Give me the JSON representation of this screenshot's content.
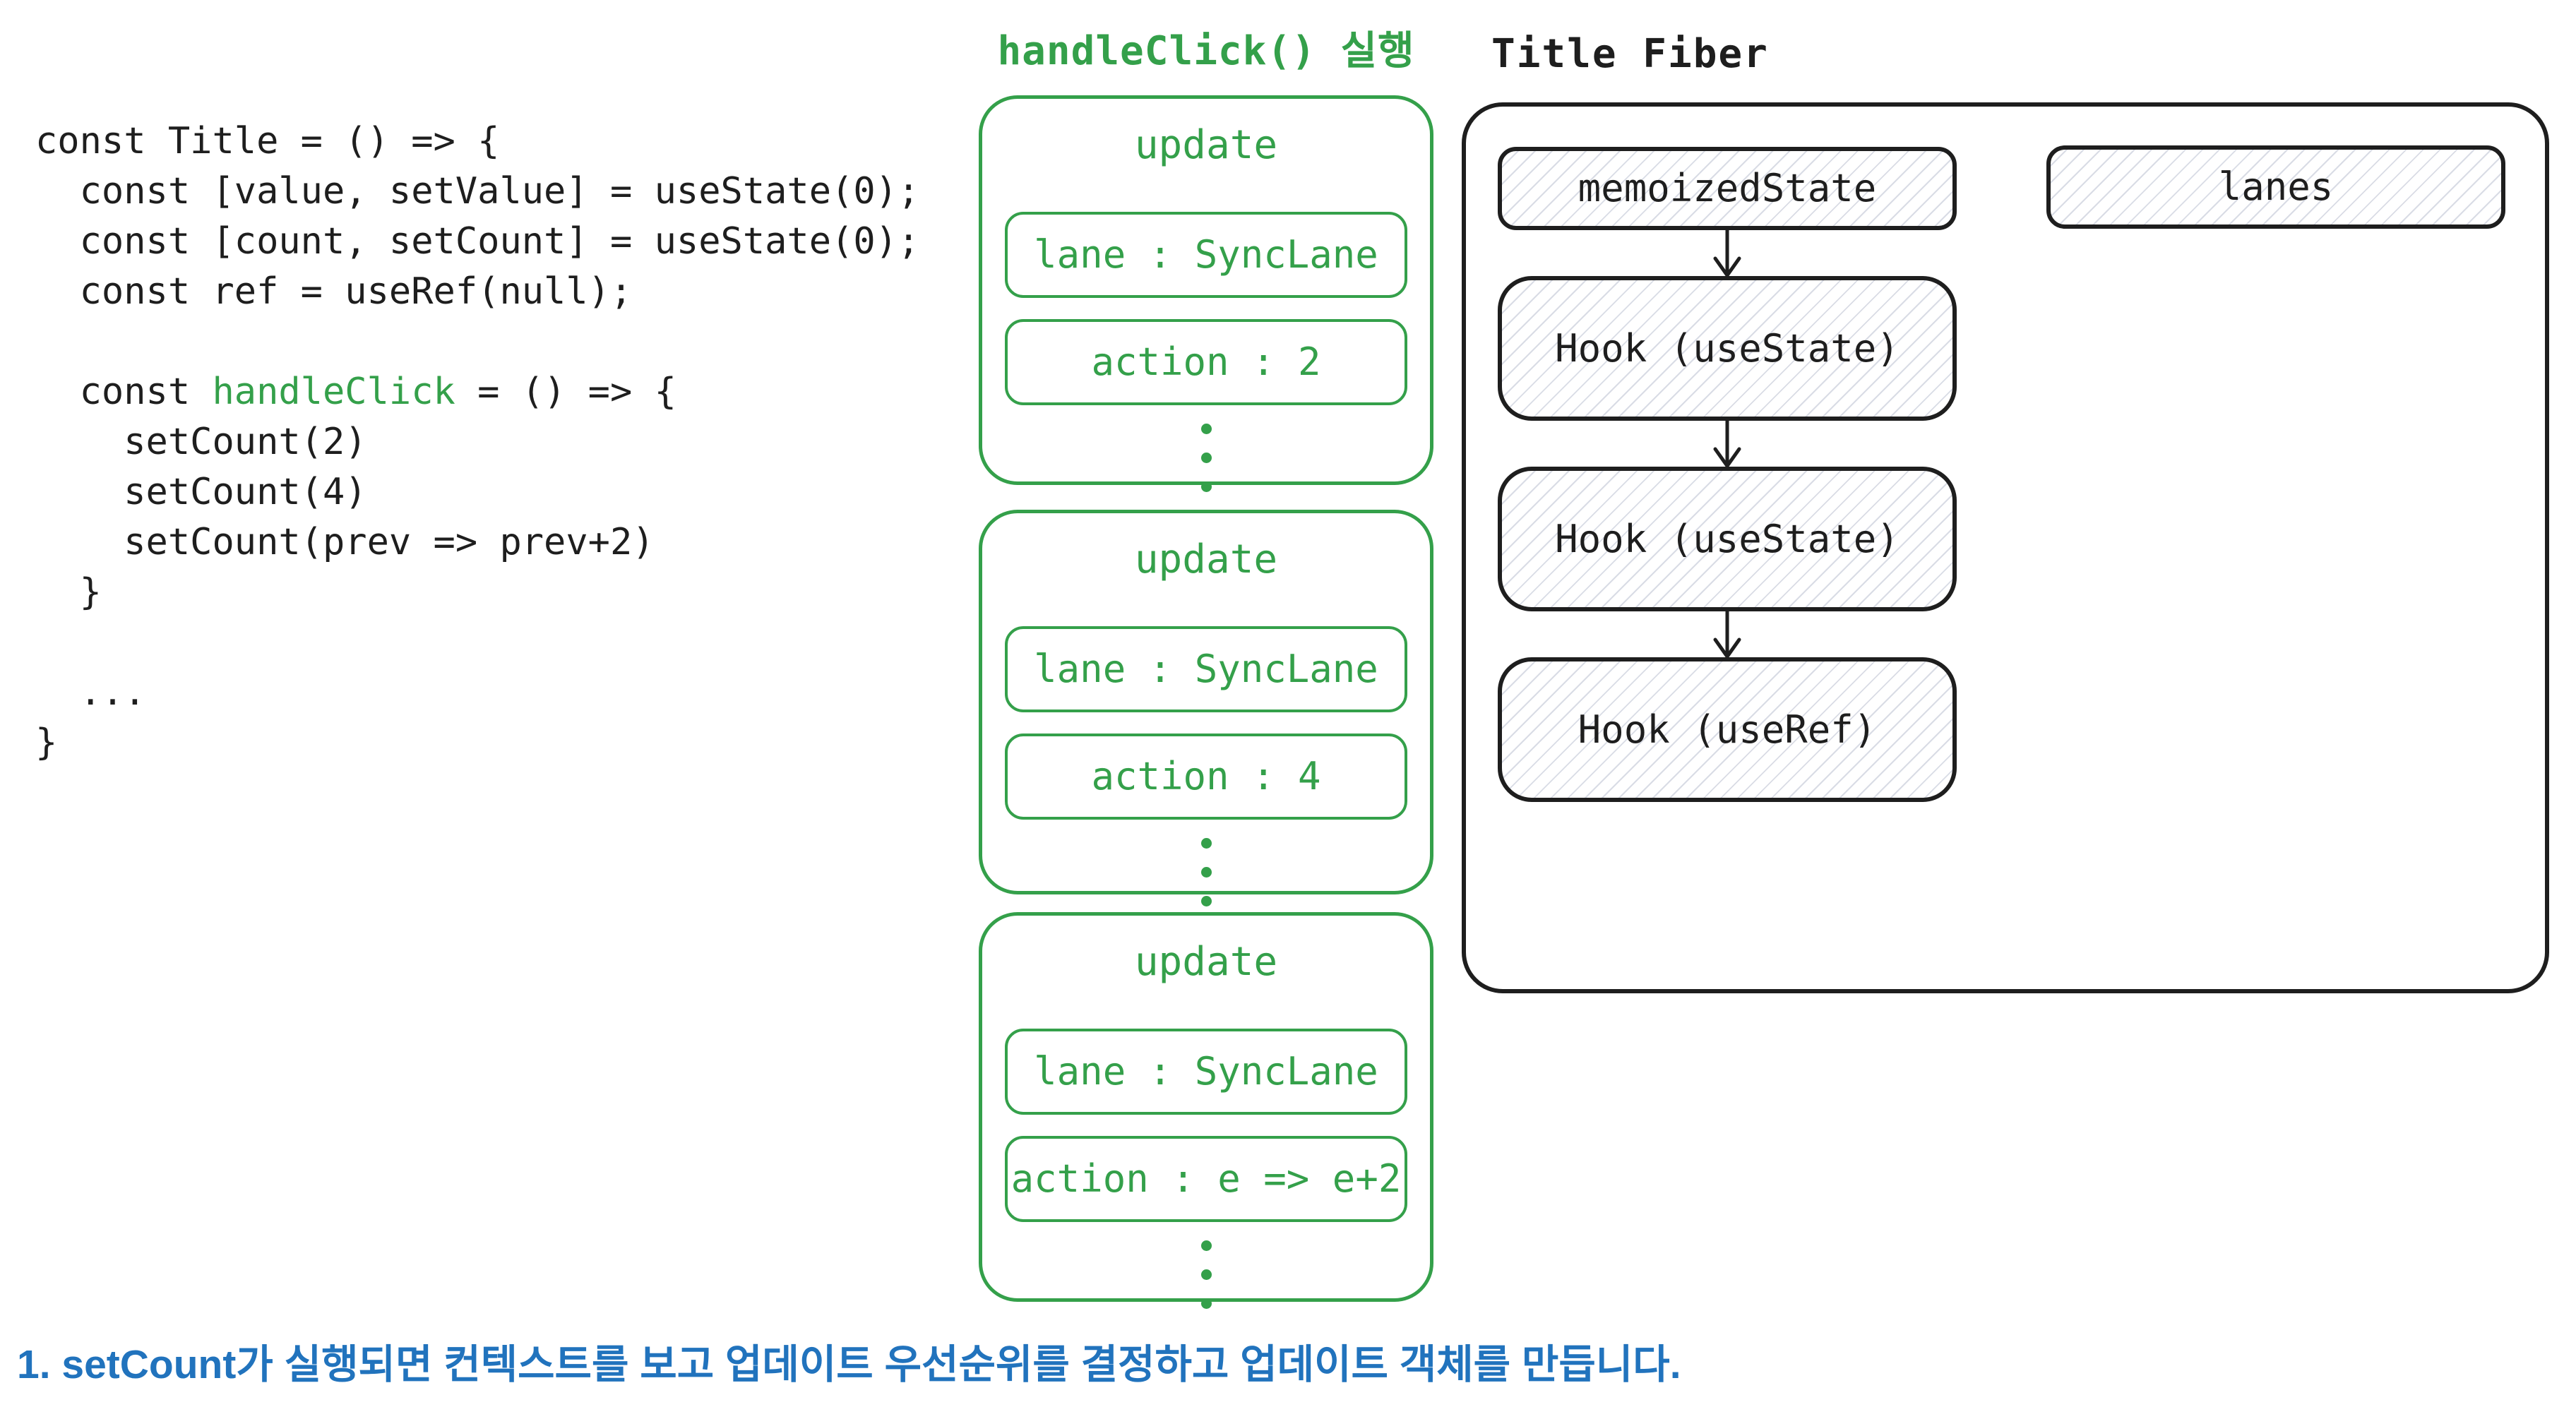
{
  "code": {
    "line01": "const Title = () => {",
    "line02": "  const [value, setValue] = useState(0);",
    "line03": "  const [count, setCount] = useState(0);",
    "line04": "  const ref = useRef(null);",
    "line05": "",
    "line06_prefix": "  const ",
    "line06_keyword": "handleClick",
    "line06_suffix": " = () => {",
    "line07": "    setCount(2)",
    "line08": "    setCount(4)",
    "line09": "    setCount(prev => prev+2)",
    "line10": "  }",
    "line11": "",
    "line12": "  ...",
    "line13": "}"
  },
  "updates": {
    "section_title": "handleClick() 실행",
    "boxes": [
      {
        "header": "update",
        "lane": "lane : SyncLane",
        "action": "action : 2"
      },
      {
        "header": "update",
        "lane": "lane : SyncLane",
        "action": "action : 4"
      },
      {
        "header": "update",
        "lane": "lane : SyncLane",
        "action": "action : e => e+2"
      }
    ]
  },
  "fiber": {
    "panel_title": "Title Fiber",
    "memoized_state_label": "memoizedState",
    "lanes_label": "lanes",
    "hooks": [
      "Hook (useState)",
      "Hook (useState)",
      "Hook (useRef)"
    ]
  },
  "caption": {
    "text": "1. setCount가 실행되면 컨텍스트를 보고 업데이트 우선순위를 결정하고 업데이트 객체를 만듭니다."
  },
  "colors": {
    "green": "#34a04a",
    "blue": "#2173bd",
    "ink": "#1e1e1e",
    "hatch_line": "#d9dce5"
  }
}
